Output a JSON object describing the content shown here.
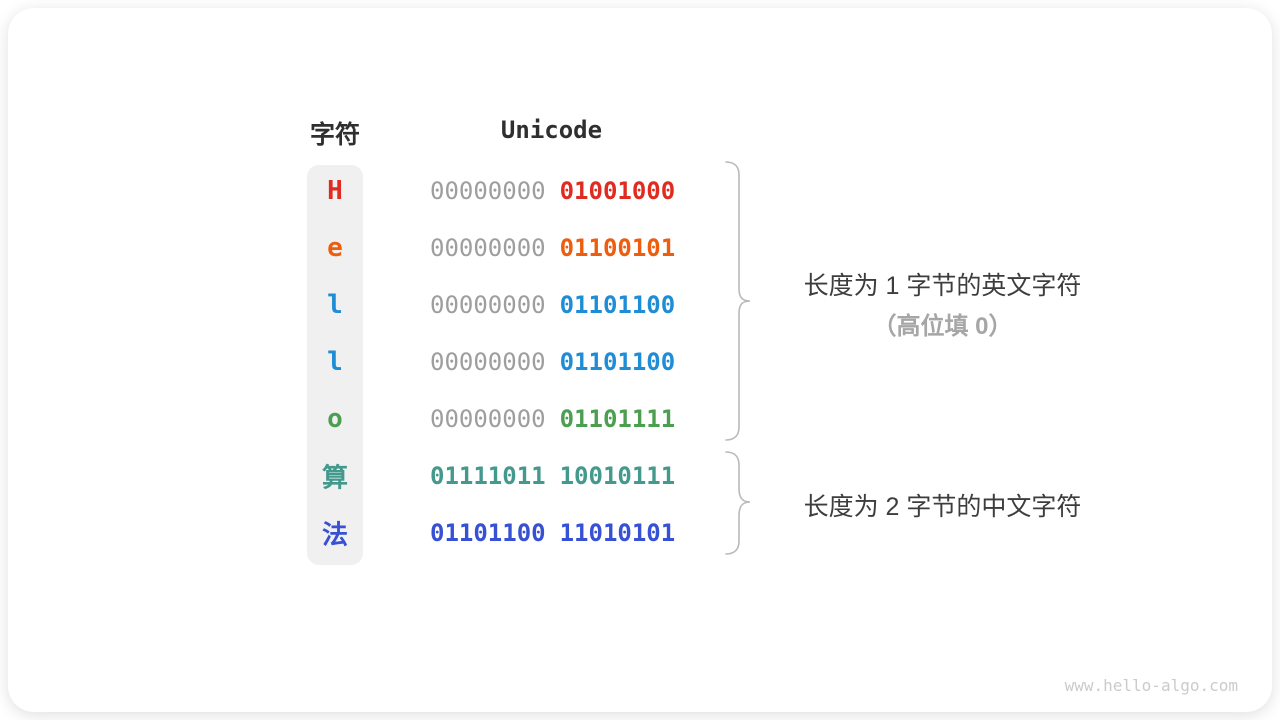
{
  "table": {
    "headers": {
      "char": "字符",
      "unicode": "Unicode"
    },
    "rows": [
      {
        "char": "H",
        "char_color": "#e02b20",
        "byte1": "00000000",
        "byte1_color": "#9e9e9e",
        "byte1_weight": "normal",
        "byte2": "01001000",
        "byte2_color": "#e02b20",
        "byte2_weight": "bold"
      },
      {
        "char": "e",
        "char_color": "#ee5c0e",
        "byte1": "00000000",
        "byte1_color": "#9e9e9e",
        "byte1_weight": "normal",
        "byte2": "01100101",
        "byte2_color": "#ee5c0e",
        "byte2_weight": "bold"
      },
      {
        "char": "l",
        "char_color": "#1f8dd6",
        "byte1": "00000000",
        "byte1_color": "#9e9e9e",
        "byte1_weight": "normal",
        "byte2": "01101100",
        "byte2_color": "#1f8dd6",
        "byte2_weight": "bold"
      },
      {
        "char": "l",
        "char_color": "#1f8dd6",
        "byte1": "00000000",
        "byte1_color": "#9e9e9e",
        "byte1_weight": "normal",
        "byte2": "01101100",
        "byte2_color": "#1f8dd6",
        "byte2_weight": "bold"
      },
      {
        "char": "o",
        "char_color": "#4c9e50",
        "byte1": "00000000",
        "byte1_color": "#9e9e9e",
        "byte1_weight": "normal",
        "byte2": "01101111",
        "byte2_color": "#4c9e50",
        "byte2_weight": "bold"
      },
      {
        "char": "算",
        "char_color": "#43998c",
        "byte1": "01111011",
        "byte1_color": "#43998c",
        "byte1_weight": "bold",
        "byte2": "10010111",
        "byte2_color": "#43998c",
        "byte2_weight": "bold"
      },
      {
        "char": "法",
        "char_color": "#3750d4",
        "byte1": "01101100",
        "byte1_color": "#3750d4",
        "byte1_weight": "bold",
        "byte2": "11010101",
        "byte2_color": "#3750d4",
        "byte2_weight": "bold"
      }
    ]
  },
  "annotations": {
    "group1_line1": "长度为 1 字节的英文字符",
    "group1_line2": "（高位填 0）",
    "group2_line1": "长度为 2 字节的中文字符"
  },
  "watermark": "www.hello-algo.com",
  "colors": {
    "annotation_text": "#3d3d3d",
    "annotation_muted": "#a6a6a6",
    "brace": "#b9b9b9",
    "zero_gray": "#9e9e9e",
    "strip_background": "#f0f0f0",
    "watermark_text": "#cbcbcb"
  }
}
